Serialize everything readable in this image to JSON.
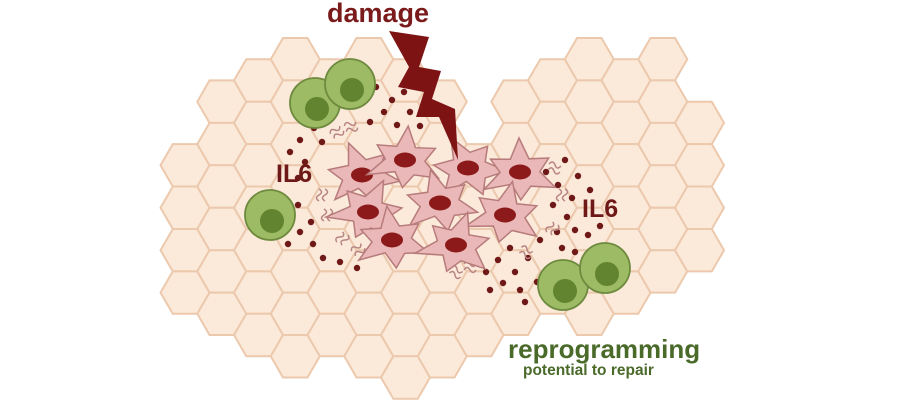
{
  "labels": {
    "damage": "damage",
    "il6_left": "IL6",
    "il6_right": "IL6",
    "reprogramming": "reprogramming",
    "potential": "potential to repair"
  },
  "colors": {
    "hex_fill": "#fbe9da",
    "hex_stroke": "#ecc9ad",
    "senescent_fill": "#eab8b8",
    "senescent_stroke": "#b77b7b",
    "nucleus": "#8c1a1a",
    "green_cell": "#9dba64",
    "green_cell_stroke": "#6e8a3e",
    "green_nucleus": "#62832f",
    "lightning": "#7d1313",
    "il6_dots": "#6e1818",
    "green_text": "#4a6a2a"
  },
  "icons": {
    "bolt": "lightning-bolt-icon",
    "senescent": "senescent-cell-icon",
    "progenitor": "green-cell-icon"
  }
}
